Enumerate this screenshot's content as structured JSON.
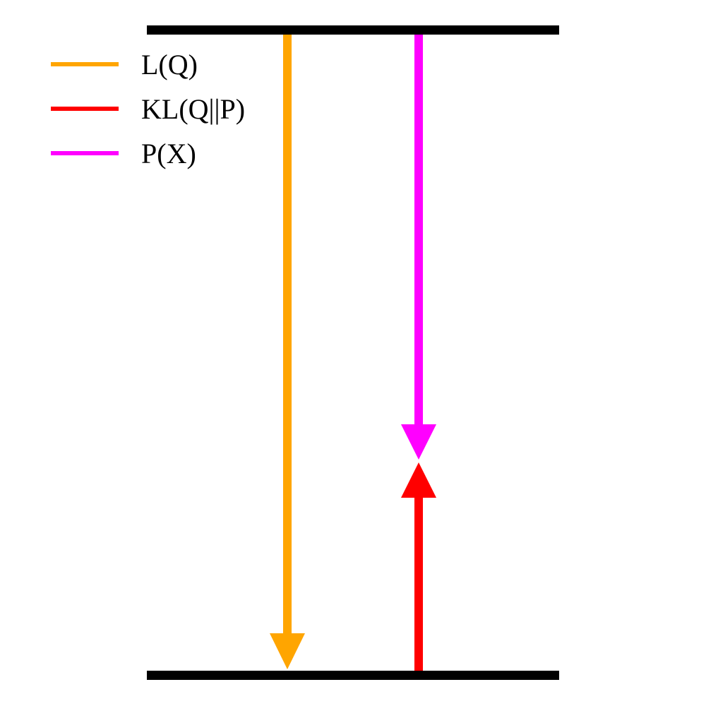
{
  "diagram": {
    "legend": [
      {
        "key": "l_q",
        "label": "L(Q)",
        "color": "#FFA500"
      },
      {
        "key": "kl",
        "label": "KL(Q||P)",
        "color": "#FF0000"
      },
      {
        "key": "p_x",
        "label": "P(X)",
        "color": "#FF00FF"
      }
    ],
    "bar_color": "#000000",
    "arrows": [
      {
        "key": "l_q",
        "color": "#FFA500",
        "direction": "down",
        "from": "top-bar",
        "to": "bottom-bar"
      },
      {
        "key": "p_x",
        "color": "#FF00FF",
        "direction": "down",
        "from": "top-bar",
        "to": "middle"
      },
      {
        "key": "kl",
        "color": "#FF0000",
        "direction": "up",
        "from": "bottom-bar",
        "to": "middle"
      }
    ]
  }
}
